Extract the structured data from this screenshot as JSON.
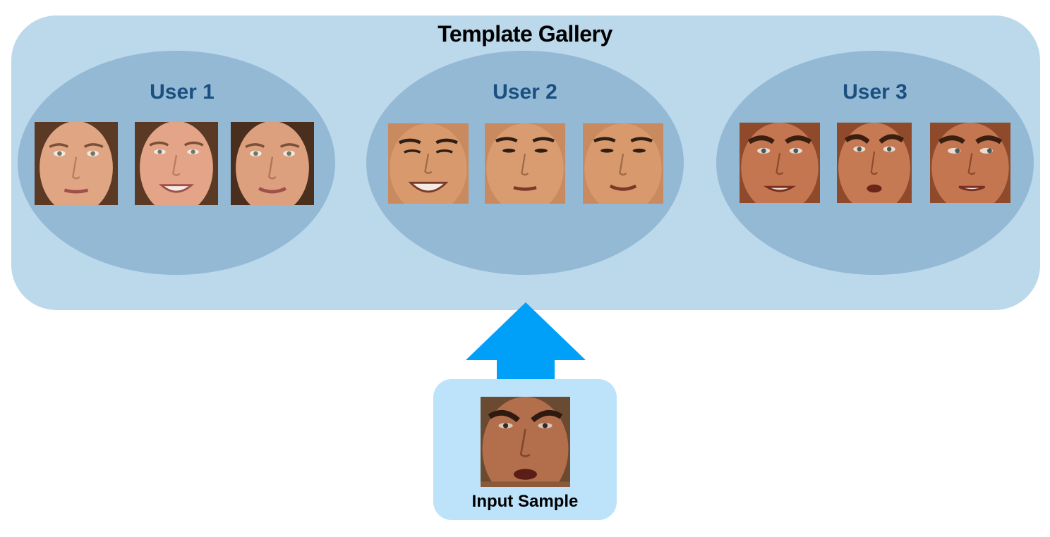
{
  "gallery": {
    "title": "Template Gallery"
  },
  "users": [
    {
      "label": "User 1",
      "face_icon": "female-face-photo"
    },
    {
      "label": "User 2",
      "face_icon": "male-face-photo"
    },
    {
      "label": "User 3",
      "face_icon": "male-face-photo"
    }
  ],
  "input": {
    "label": "Input Sample",
    "face_icon": "male-face-photo"
  },
  "colors": {
    "gallery_bg": "#bcd8eb",
    "ellipse_bg": "#93b9d5",
    "user_title": "#1a4f80",
    "arrow": "#00a0f8",
    "input_bg": "#bde3fb"
  }
}
